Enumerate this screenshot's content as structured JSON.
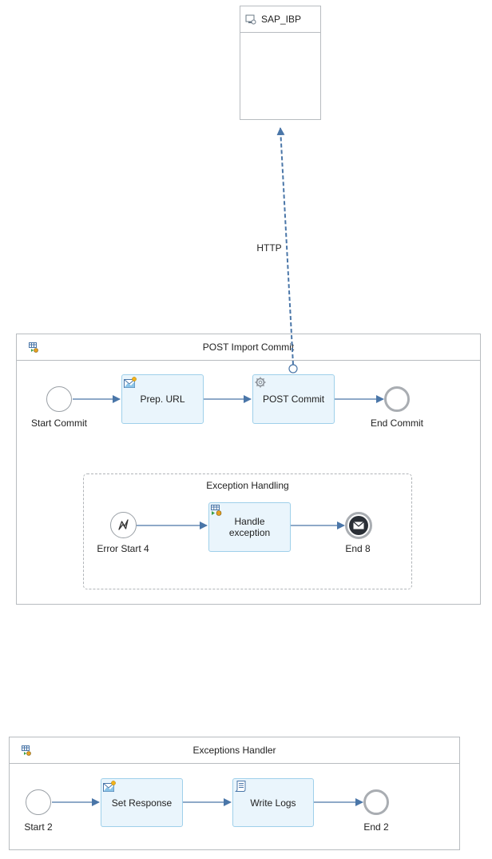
{
  "receiver": {
    "name": "SAP_IBP"
  },
  "connection": {
    "label": "HTTP"
  },
  "pools": [
    {
      "title": "POST Import Commit",
      "start_event": "Start Commit",
      "tasks": [
        "Prep. URL",
        "POST Commit"
      ],
      "end_event": "End Commit",
      "subprocess": {
        "title": "Exception Handling",
        "error_start": "Error Start 4",
        "task": "Handle exception",
        "end_event": "End 8"
      }
    },
    {
      "title": "Exceptions Handler",
      "start_event": "Start 2",
      "tasks": [
        "Set Response",
        "Write Logs"
      ],
      "end_event": "End 2"
    }
  ],
  "colors": {
    "flow": "#4a76a8",
    "task_fill": "#eaf5fc",
    "task_border": "#9fd0ea",
    "pool_border": "#b8bcc0"
  },
  "icons": [
    "receiver-system-icon",
    "integration-process-icon",
    "content-modifier-icon",
    "request-reply-icon",
    "process-call-icon",
    "script-icon",
    "error-icon",
    "message-end-icon"
  ]
}
